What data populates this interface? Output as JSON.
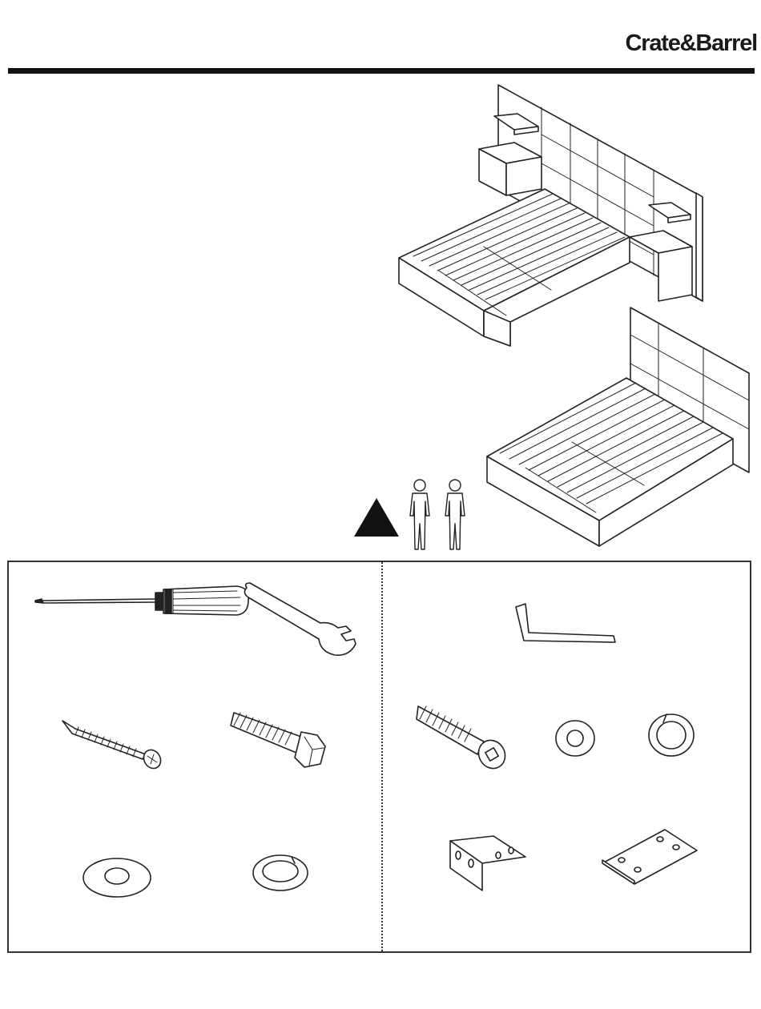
{
  "header": {
    "brand": "Crate&Barrel"
  },
  "illustrations": {
    "icons": [
      "bed-with-nightstands-illustration",
      "bed-illustration",
      "warning-triangle-icon",
      "two-person-assembly-icon"
    ]
  },
  "parts": {
    "left_panel": [
      "screwdriver-icon",
      "wrench-icon",
      "wood-screw-icon",
      "hex-bolt-icon",
      "flat-washer-icon",
      "split-lock-washer-icon"
    ],
    "right_panel": [
      "allen-key-icon",
      "socket-cap-screw-icon",
      "flat-washer-icon",
      "split-lock-washer-icon",
      "l-bracket-icon",
      "flat-plate-icon"
    ]
  }
}
